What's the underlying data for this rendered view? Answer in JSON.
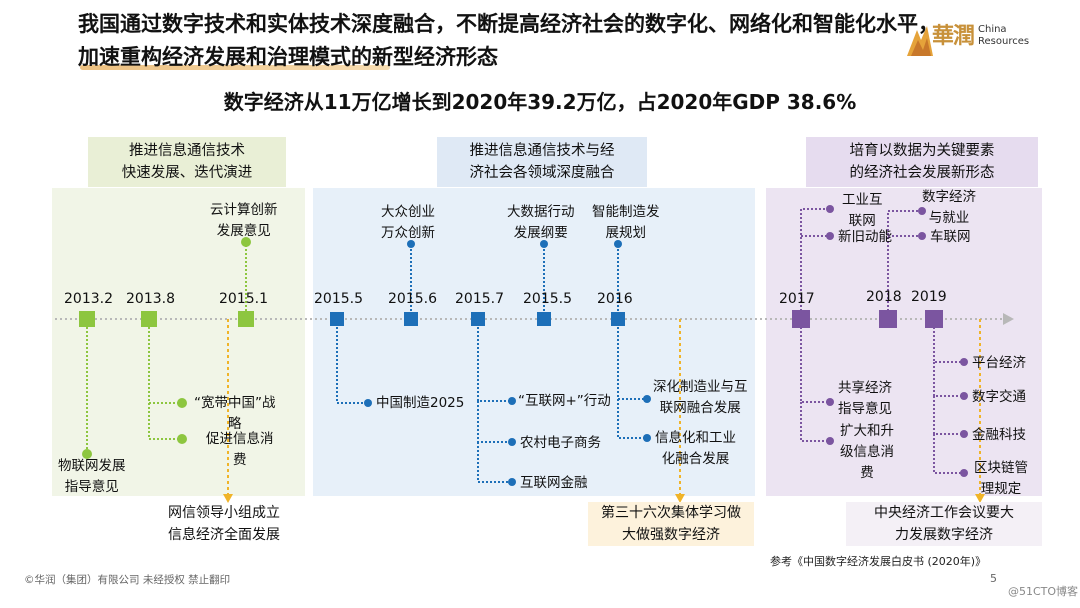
{
  "title": "我国通过数字技术和实体技术深度融合，不断提高经济社会的数字化、网络化和智能化水平，加速重构经济发展和治理模式的新型经济形态",
  "subtitle": "数字经济从11万亿增长到2020年39.2万亿，占2020年GDP 38.6%",
  "logo": {
    "cn": "華潤",
    "en_line1": "China",
    "en_line2": "Resources"
  },
  "colors": {
    "green": "#8dc63f",
    "blue": "#1d6fb8",
    "purple": "#7b55a0",
    "gold": "#f0b429",
    "axis": "#b8b8b8"
  },
  "phases": [
    {
      "header": "推进信息通信技术\n快速发展、迭代演进",
      "footer": "网信领导小组成立\n信息经济全面发展"
    },
    {
      "header": "推进信息通信技术与经\n济社会各领域深度融合",
      "footer": "第三十六次集体学习做\n大做强数字经济"
    },
    {
      "header": "培育以数据为关键要素\n的经济社会发展新形态",
      "footer": "中央经济工作会议要大\n力发展数字经济"
    }
  ],
  "years": [
    "2013.2",
    "2013.8",
    "2015.1",
    "2015.5",
    "2015.6",
    "2015.7",
    "2015.5",
    "2016",
    "2017",
    "2018",
    "2019"
  ],
  "labels": {
    "cloud": "云计算创新\n发展意见",
    "iot": "物联网发展\n指导意见",
    "broadband": "“宽带中国”战\n略",
    "consume": "促进信息消\n费",
    "mass": "大众创业\n万众创新",
    "bigdata": "大数据行动\n发展纲要",
    "smartmfg": "智能制造发\n展规划",
    "mic2025": "中国制造2025",
    "internetplus": "“互联网+”行动",
    "rural": "农村电子商务",
    "finance": "互联网金融",
    "deepen": "深化制造业与互\n联网融合发展",
    "info_ind": "信息化和工业\n化融合发展",
    "ind_internet": "工业互\n联网",
    "new_old": "新旧动能",
    "digital_emp": "数字经济\n与就业",
    "car_net": "车联网",
    "sharing": "共享经济\n指导意见",
    "expand": "扩大和升\n级信息消\n费",
    "platform": "平台经济",
    "digi_trade": "数字交通",
    "fintech": "金融科技",
    "blockchain": "区块链管\n理规定"
  },
  "reference": "参考《中国数字经济发展白皮书 (2020年)》",
  "copyright": "©华润（集团）有限公司 未经授权 禁止翻印",
  "page_number": "5",
  "watermark": "@51CTO博客"
}
